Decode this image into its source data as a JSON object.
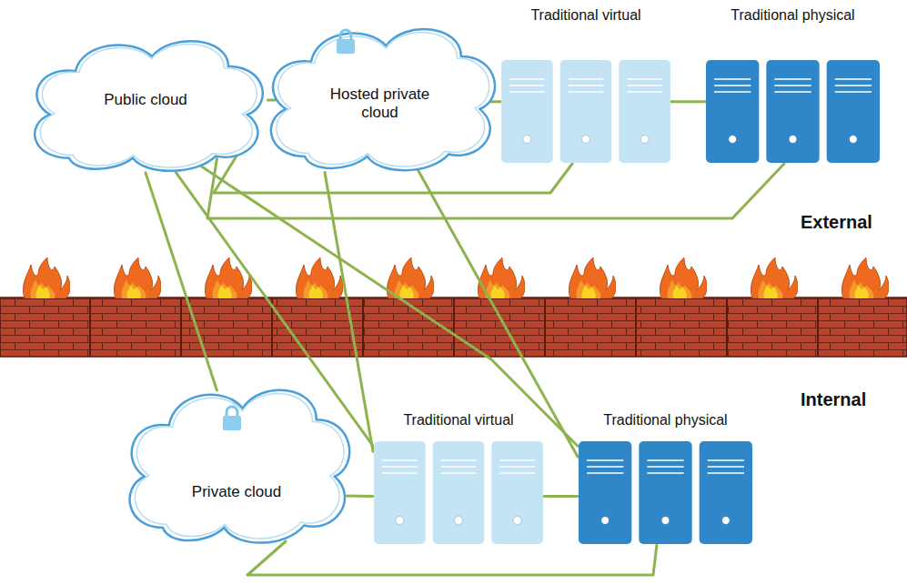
{
  "diagram": {
    "nodes": [
      {
        "text": [
          "Public cloud"
        ]
      },
      {
        "text": [
          "Hosted private cloud"
        ]
      },
      {
        "text": [
          "Traditional virtual"
        ]
      },
      {
        "text": [
          "Traditional physical"
        ]
      },
      {
        "text": [
          "Private cloud"
        ]
      },
      {
        "text": [
          "Traditional virtual"
        ]
      },
      {
        "text": [
          "Traditional physical"
        ]
      }
    ],
    "edges": [
      {
        "from": 0,
        "to": 1,
        "arrow": "none"
      },
      {
        "from": 1,
        "to": 2,
        "arrow": "none"
      },
      {
        "from": 2,
        "to": 3,
        "arrow": "none"
      },
      {
        "from": 0,
        "to": 2,
        "arrow": "none"
      },
      {
        "from": 0,
        "to": 3,
        "arrow": "none"
      },
      {
        "from": 0,
        "to": 4,
        "arrow": "none"
      },
      {
        "from": 0,
        "to": 5,
        "arrow": "none"
      },
      {
        "from": 0,
        "to": 6,
        "arrow": "none"
      },
      {
        "from": 1,
        "to": 5,
        "arrow": "none"
      },
      {
        "from": 1,
        "to": 6,
        "arrow": "none"
      },
      {
        "from": 4,
        "to": 5,
        "arrow": "none"
      },
      {
        "from": 5,
        "to": 6,
        "arrow": "none"
      },
      {
        "from": 4,
        "to": 6,
        "arrow": "none"
      }
    ],
    "labels": [
      "External",
      "Internal"
    ]
  }
}
